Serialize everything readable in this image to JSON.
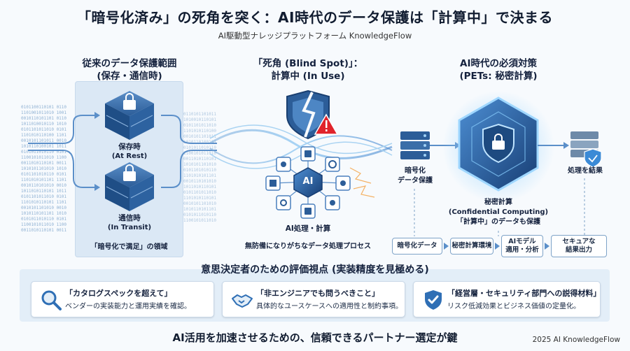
{
  "header": {
    "title": "「暗号化済み」の死角を突く：AI時代のデータ保護は「計算中」で決まる",
    "subtitle": "AI駆動型ナレッジプラットフォーム KnowledgeFlow"
  },
  "left_column": {
    "heading_line1": "従来のデータ保護範囲",
    "heading_line2": "(保存・通信時)",
    "at_rest_label": "保存時",
    "at_rest_en": "(At Rest)",
    "in_transit_label": "通信時",
    "in_transit_en": "(In Transit)",
    "footer_label": "「暗号化で満足」の領域"
  },
  "middle_column": {
    "heading_line1": "「死角 (Blind Spot)」：",
    "heading_line2": "計算中 (In Use)",
    "ai_label": "AI",
    "process_label": "AI処理・計算",
    "caption": "無防備になりがちなデータ処理プロセス"
  },
  "right_column": {
    "heading_line1": "AI時代の必須対策",
    "heading_line2": "(PETs: 秘密計算)",
    "encrypted_data_line1": "暗号化",
    "encrypted_data_line2": "データ保護",
    "cc_line1": "秘密計算",
    "cc_line2": "(Confidential Computing)",
    "cc_line3": "「計算中」のデータも保護",
    "result_label": "処理を結果",
    "flow_boxes": [
      "暗号化データ",
      "秘密計算環境",
      "AIモデル\n適用・分析",
      "セキュアな\n結果出力"
    ]
  },
  "evaluation": {
    "title": "意思決定者のための評価視点 (実装精度を見極める)",
    "cards": [
      {
        "title": "「カタログスペックを超えて」",
        "desc": "ベンダーの実装能力と運用実績を確認。",
        "icon": "magnifier-icon"
      },
      {
        "title": "「非エンジニアでも問うべきこと」",
        "desc": "具体的なユースケースへの適用性と制約事項。",
        "icon": "handshake-icon"
      },
      {
        "title": "「経営層・セキュリティ部門への説得材料」",
        "desc": "リスク低減効果とビジネス価値の定量化。",
        "icon": "shield-check-icon"
      }
    ]
  },
  "footer": {
    "tagline": "AI活用を加速させるための、信頼できるパートナー選定が鍵",
    "copyright": "2025 AI KnowledgeFlow"
  },
  "colors": {
    "accent": "#2f6fb5",
    "dark": "#14213d",
    "panel": "#dbe8f5",
    "warning": "#e0232b"
  }
}
